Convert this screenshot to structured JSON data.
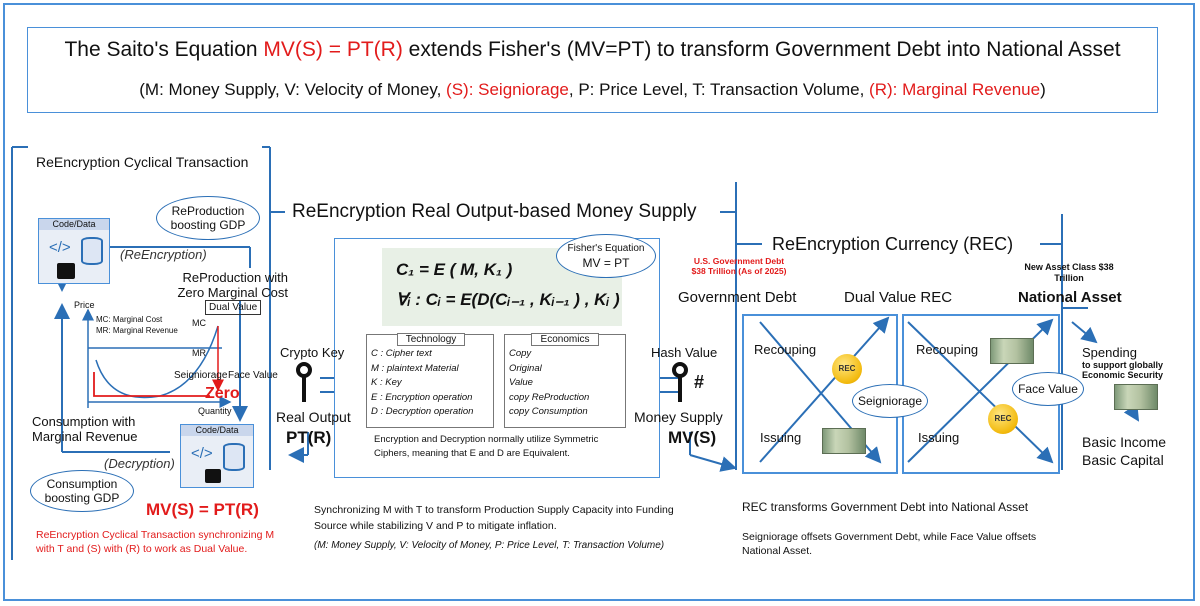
{
  "title": {
    "part1": "The Saito's Equation ",
    "equation": "MV(S) = PT(R)",
    "part2": " extends Fisher's (MV=PT) to transform Government Debt into National Asset"
  },
  "subtitle": {
    "open": "(M: Money Supply, V: Velocity of Money, ",
    "s_def": "(S): Seigniorage",
    "mid": ", P: Price Level, T: Transaction Volume, ",
    "r_def": "(R): Marginal Revenue",
    "close": ")"
  },
  "left": {
    "heading": "ReEncryption Cyclical Transaction",
    "code_data_top": "Code/Data",
    "code_data_bottom": "Code/Data",
    "reencryption": "(ReEncryption)",
    "decryption": "(Decryption)",
    "bubble_reproduction": "ReProduction boosting GDP",
    "bubble_consumption": "Consumption boosting GDP",
    "reproduction_zero": "ReProduction with Zero Marginal Cost",
    "dual_value": "Dual Value",
    "consumption_marginal": "Consumption with Marginal Revenue",
    "chart_price": "Price",
    "chart_quantity": "Quantity",
    "chart_mc_legend": "MC: Marginal Cost",
    "chart_mr_legend": "MR: Marginal Revenue",
    "chart_mc": "MC",
    "chart_mr": "MR",
    "seigniorage": "Seigniorage",
    "face_value": "Face Value",
    "zero": "Zero",
    "equation": "MV(S) = PT(R)",
    "footnote": "ReEncryption Cyclical Transaction synchronizing M with T and (S) with (R) to work as Dual Value."
  },
  "center": {
    "heading": "ReEncryption Real Output-based Money Supply",
    "fisher_title": "Fisher's Equation",
    "fisher_eq": "MV = PT",
    "formula1": "C₁ = E ( M, K₁ )",
    "formula2": "∀ᵢ : Cᵢ = E(D(Cᵢ₋₁ , Kᵢ₋₁ ) , Kᵢ )",
    "crypto_key": "Crypto Key",
    "hash_value": "Hash Value",
    "real_output": "Real Output",
    "pt_r": "PT(R)",
    "money_supply": "Money Supply",
    "mv_s": "MV(S)",
    "tech_head": "Technology",
    "econ_head": "Economics",
    "tech_rows": [
      "C : Cipher text",
      "M : plaintext Material",
      "K : Key",
      "E : Encryption operation",
      "D : Decryption operation"
    ],
    "econ_rows": [
      "Copy",
      "Original",
      "Value",
      "copy ReProduction",
      "copy Consumption"
    ],
    "note": "Encryption and Decryption normally utilize Symmetric Ciphers, meaning that E and D are Equivalent.",
    "sync_text": "Synchronizing M with T to transform Production Supply Capacity into Funding Source while stabilizing V and P to mitigate inflation.",
    "sync_legend": "(M: Money Supply, V: Velocity of Money, P: Price Level, T: Transaction Volume)"
  },
  "right": {
    "heading": "ReEncryption Currency (REC)",
    "us_debt": "U.S. Government Debt $38 Trillion (As of 2025)",
    "new_asset": "New Asset Class $38 Trillion",
    "gov_debt": "Government Debt",
    "dual_rec": "Dual Value REC",
    "national_asset": "National Asset",
    "recouping1": "Recouping",
    "issuing1": "Issuing",
    "recouping2": "Recouping",
    "issuing2": "Issuing",
    "rec": "REC",
    "seigniorage": "Seigniorage",
    "face_value": "Face Value",
    "spending": "Spending",
    "spending_sub": "to support globally Economic Security",
    "basic_income": "Basic Income",
    "basic_capital": "Basic Capital",
    "transforms": "REC transforms Government Debt into National Asset",
    "offsets": "Seigniorage offsets Government Debt, while Face Value offsets National Asset."
  },
  "colors": {
    "accent": "#2b6fb6",
    "red": "#e21b1b",
    "panel_bg": "#e8f0e6"
  }
}
